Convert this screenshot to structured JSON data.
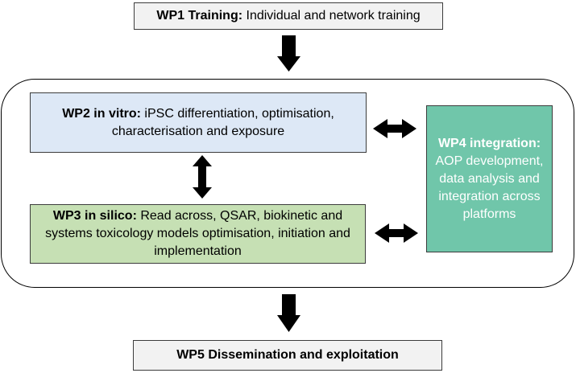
{
  "wp1": {
    "title": "WP1 Training:",
    "text": " Individual and network training"
  },
  "wp2": {
    "title": "WP2 in vitro:",
    "text": " iPSC differentiation, optimisation, characterisation and exposure"
  },
  "wp3": {
    "title": "WP3 in silico:",
    "text": " Read across, QSAR, biokinetic and systems toxicology models optimisation, initiation and implementation"
  },
  "wp4": {
    "title": "WP4 integration:",
    "text": " AOP development, data analysis and integration across platforms"
  },
  "wp5": {
    "title": "WP5 Dissemination and exploitation"
  },
  "colors": {
    "wp1_fill": "#f2f2f2",
    "wp2_fill": "#dde8f6",
    "wp3_fill": "#c6e0b4",
    "wp4_fill": "#70c6aa",
    "wp5_fill": "#f2f2f2",
    "arrow": "#000000"
  }
}
